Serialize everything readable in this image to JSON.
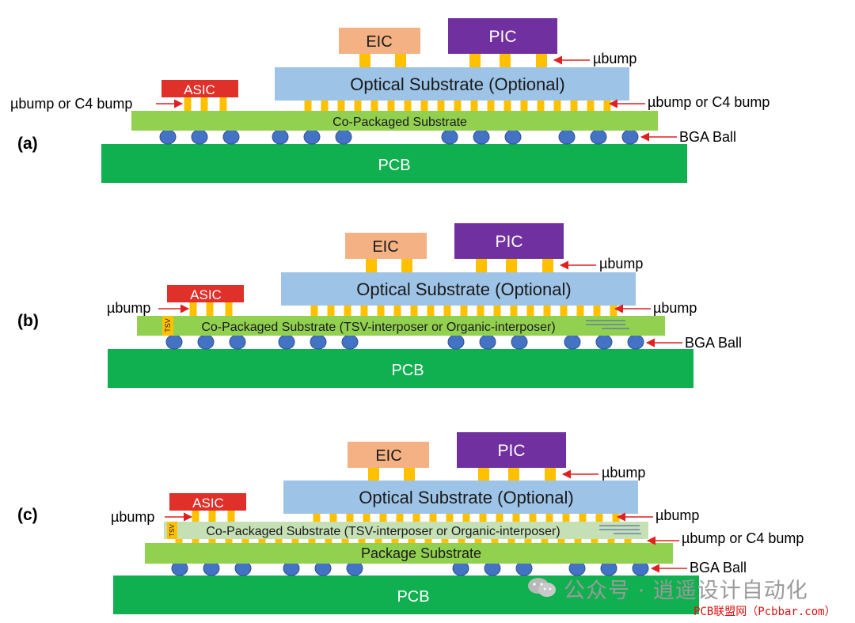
{
  "colors": {
    "pcb": "#10b050",
    "substrate": "#92d050",
    "package_substrate": "#92d050",
    "interposer": "#c5e0b4",
    "optical_substrate": "#9dc3e6",
    "eic": "#f4b183",
    "pic": "#7030a0",
    "asic": "#e0302a",
    "bump": "#ffc000",
    "bga_ball": "#4472c4",
    "arrow": "#e02020",
    "tsv": "#ffc000"
  },
  "panels": [
    {
      "id": "a",
      "tag": "(a)",
      "chips": {
        "eic": "EIC",
        "pic": "PIC",
        "asic": "ASIC"
      },
      "optical_substrate": "Optical Substrate (Optional)",
      "substrate": "Co-Packaged Substrate",
      "pcb": "PCB",
      "callouts": {
        "pic_bump": "µbump",
        "asic_bump": "µbump or C4 bump",
        "optical_bump": "µbump or C4 bump",
        "bga": "BGA Ball"
      }
    },
    {
      "id": "b",
      "tag": "(b)",
      "chips": {
        "eic": "EIC",
        "pic": "PIC",
        "asic": "ASIC"
      },
      "optical_substrate": "Optical Substrate (Optional)",
      "substrate": "Co-Packaged Substrate (TSV-interposer or Organic-interposer)",
      "tsv": "TSV",
      "pcb": "PCB",
      "callouts": {
        "pic_bump": "µbump",
        "asic_bump": "µbump",
        "optical_bump": "µbump",
        "bga": "BGA Ball"
      }
    },
    {
      "id": "c",
      "tag": "(c)",
      "chips": {
        "eic": "EIC",
        "pic": "PIC",
        "asic": "ASIC"
      },
      "optical_substrate": "Optical Substrate (Optional)",
      "substrate": "Co-Packaged Substrate (TSV-interposer or Organic-interposer)",
      "tsv": "TSV",
      "package_substrate": "Package Substrate",
      "pcb": "PCB",
      "callouts": {
        "pic_bump": "µbump",
        "asic_bump": "µbump",
        "optical_bump": "µbump",
        "c4": "µbump or C4 bump",
        "bga": "BGA Ball"
      }
    }
  ],
  "watermark": {
    "text": "公众号 · 逍遥设计自动化",
    "site": "PCB联盟网（Pcbbar.com）",
    "icon": "wechat-icon"
  }
}
